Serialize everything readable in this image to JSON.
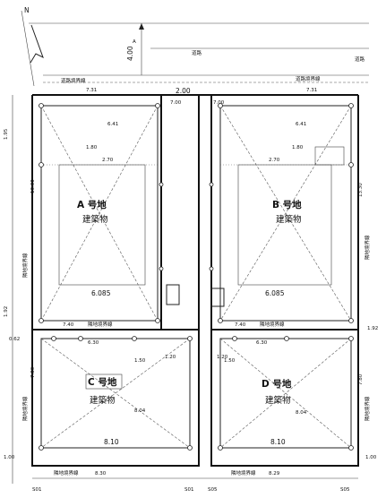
{
  "north": "N",
  "top_road": {
    "width": "4.00",
    "name": "道路",
    "side": "道路"
  },
  "top_edge": {
    "left": "7.31",
    "center_a": "7.00",
    "center_b": "7.00",
    "right": "7.31",
    "road_center": "2.00",
    "left_note": "道路境界線",
    "right_note": "道路境界線"
  },
  "left_dims": [
    "1.95",
    "13.30",
    "1.92",
    "0.62",
    "7.80",
    "1.00"
  ],
  "right_dims": [
    "13.30",
    "1.92",
    "7.80",
    "1.00"
  ],
  "lots": [
    {
      "id": "A",
      "title": "A 号地",
      "use": "建築物",
      "width": "6.085",
      "setback": "2.70",
      "depth": "1.80",
      "diag": "6.41"
    },
    {
      "id": "B",
      "title": "B 号地",
      "use": "建築物",
      "width": "6.085",
      "setback": "2.70",
      "depth": "1.80",
      "diag": "6.41"
    },
    {
      "id": "C",
      "title": "C 号地",
      "use": "建築物",
      "width": "8.10",
      "setback": "6.30",
      "depth": "1.50",
      "diag": "8.04"
    },
    {
      "id": "D",
      "title": "D 号地",
      "use": "建築物",
      "width": "8.10",
      "setback": "6.30",
      "depth": "1.50",
      "diag": "8.04"
    }
  ],
  "middle": {
    "left": "7.40",
    "right": "7.40",
    "note": "隣地境界線",
    "passage": "1.20"
  },
  "bottom": {
    "left": "8.30",
    "right": "8.29",
    "note_left": "隣地境界線",
    "note_right": "隣地境界線",
    "marks": [
      "S01",
      "S01",
      "S05",
      "S05"
    ]
  },
  "side_notes": {
    "left": "隣地境界線",
    "right": "隣地境界線"
  }
}
